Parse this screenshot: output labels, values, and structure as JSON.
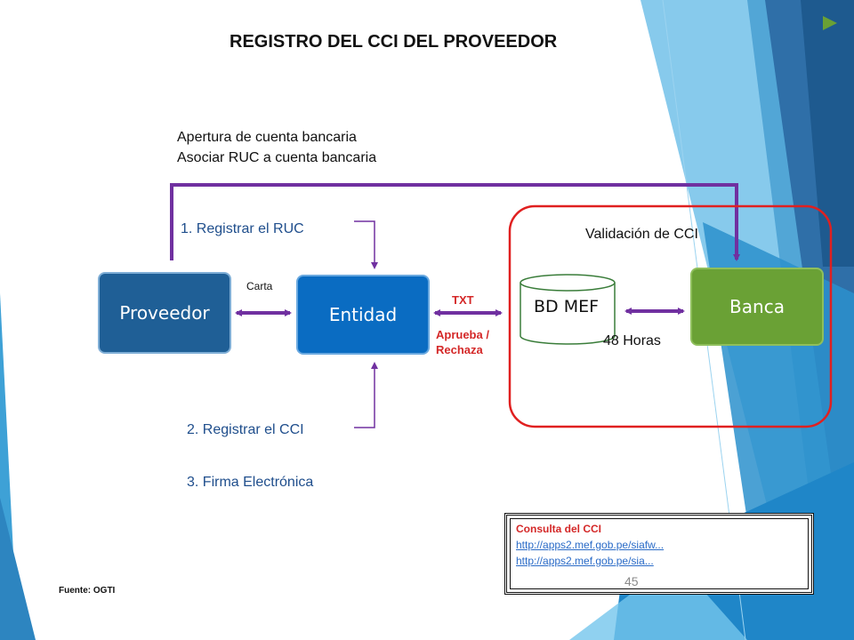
{
  "title": "REGISTRO DEL CCI DEL PROVEEDOR",
  "apertura_lines": [
    "Apertura de cuenta bancaria",
    "Asociar RUC a cuenta bancaria"
  ],
  "steps": {
    "step1": "1. Registrar el RUC",
    "step2": "2. Registrar el CCI",
    "step3": "3. Firma Electrónica"
  },
  "nodes": {
    "proveedor": "Proveedor",
    "entidad": "Entidad",
    "bd_mef": "BD MEF",
    "banca": "Banca"
  },
  "labels": {
    "carta": "Carta",
    "txt": "TXT",
    "aprueba": "Aprueba /",
    "rechaza": "Rechaza",
    "validacion": "Validación de CCI",
    "horas": "48 Horas"
  },
  "consulta": {
    "head": "Consulta del CCI",
    "link1": "http://apps2.mef.gob.pe/siafw...",
    "link2": "http://apps2.mef.gob.pe/sia..."
  },
  "page_number": "45",
  "source": "Fuente: OGTI",
  "colors": {
    "arrow_purple": "#7030a0",
    "validation_border": "#e02020",
    "proveedor": "#1f5f96",
    "entidad": "#0a6cc2",
    "banca": "#6aa135",
    "step_text": "#1f4e8c"
  }
}
